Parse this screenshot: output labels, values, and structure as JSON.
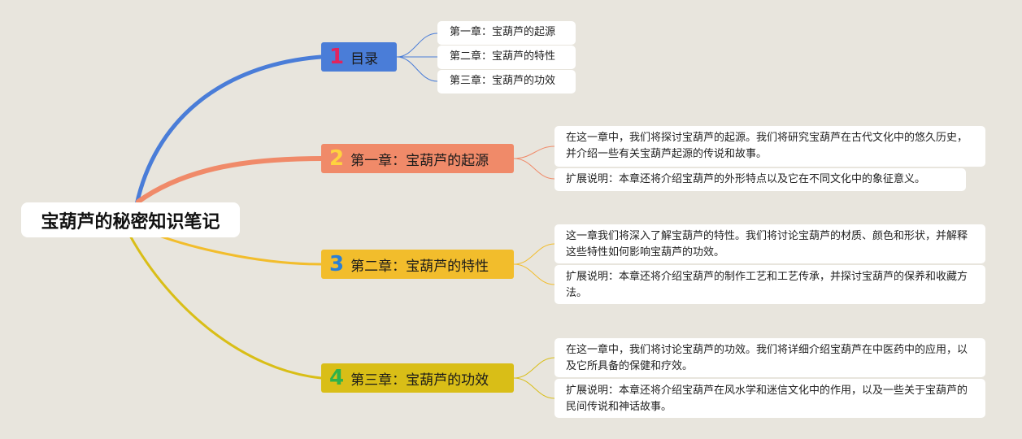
{
  "root": {
    "title": "宝葫芦的秘密知识笔记"
  },
  "colors": {
    "background": "#e8e5dd",
    "branch1": "#4a7dd8",
    "branch2": "#f08a69",
    "branch3": "#f2bd2c",
    "branch4": "#d9be17"
  },
  "branches": [
    {
      "number": "1",
      "label": "目录",
      "children": [
        "第一章：宝葫芦的起源",
        "第二章：宝葫芦的特性",
        "第三章：宝葫芦的功效"
      ]
    },
    {
      "number": "2",
      "label": "第一章：宝葫芦的起源",
      "children": [
        "在这一章中，我们将探讨宝葫芦的起源。我们将研究宝葫芦在古代文化中的悠久历史，并介绍一些有关宝葫芦起源的传说和故事。",
        "扩展说明：本章还将介绍宝葫芦的外形特点以及它在不同文化中的象征意义。"
      ]
    },
    {
      "number": "3",
      "label": "第二章：宝葫芦的特性",
      "children": [
        "这一章我们将深入了解宝葫芦的特性。我们将讨论宝葫芦的材质、颜色和形状，并解释这些特性如何影响宝葫芦的功效。",
        "扩展说明：本章还将介绍宝葫芦的制作工艺和工艺传承，并探讨宝葫芦的保养和收藏方法。"
      ]
    },
    {
      "number": "4",
      "label": "第三章：宝葫芦的功效",
      "children": [
        "在这一章中，我们将讨论宝葫芦的功效。我们将详细介绍宝葫芦在中医药中的应用，以及它所具备的保健和疗效。",
        "扩展说明：本章还将介绍宝葫芦在风水学和迷信文化中的作用，以及一些关于宝葫芦的民间传说和神话故事。"
      ]
    }
  ]
}
